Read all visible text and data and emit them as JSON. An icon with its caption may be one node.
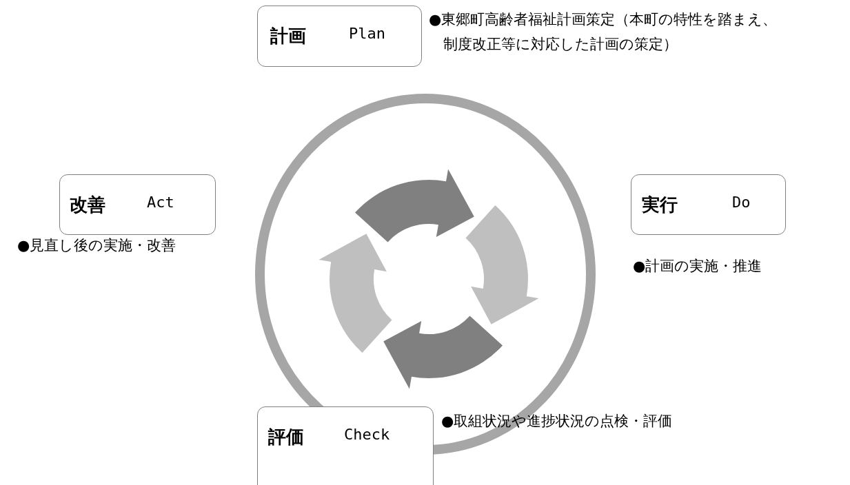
{
  "diagram": {
    "nodes": [
      {
        "text": [
          "計画",
          "Plan"
        ],
        "beside": [
          "●東郷町高齢者福祉計画策定（本町の特性を踏まえ、制度改正等に対応した計画の策定）"
        ]
      },
      {
        "text": [
          "改善",
          "Act"
        ],
        "beside": [
          "●見直し後の実施・改善"
        ]
      },
      {
        "text": [
          "実行",
          "Do"
        ],
        "beside": [
          "●計画の実施・推進"
        ]
      },
      {
        "text": [
          "評価",
          "Check"
        ],
        "beside": [
          "●取組状況や進捗状況の点検・評価"
        ]
      }
    ],
    "edges": []
  }
}
